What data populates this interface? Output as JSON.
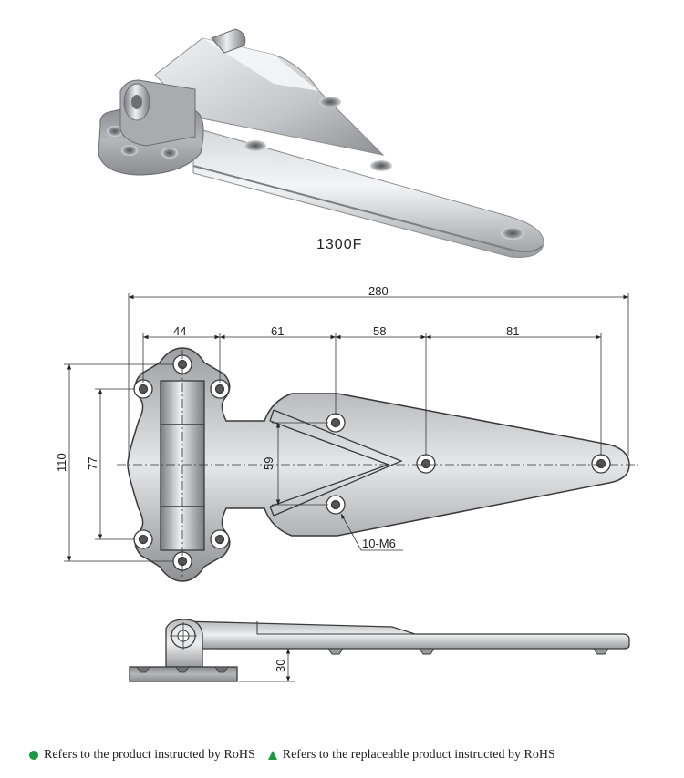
{
  "model": "1300F",
  "dimensions": {
    "total_length": "280",
    "seg_1": "44",
    "seg_2": "61",
    "seg_3": "58",
    "seg_4": "81",
    "height_total": "110",
    "height_holes": "77",
    "leaf_hole_spacing": "59",
    "hole_callout": "10-M6",
    "base_height": "30"
  },
  "legend": {
    "rohs_text": "Refers to the product instructed by RoHS",
    "replaceable_text": "Refers to the replaceable product instructed by RoHS",
    "rohs_icon": "green-dot-icon",
    "replaceable_icon": "green-triangle-icon"
  },
  "colors": {
    "rohs_green": "#1a9a3e",
    "metal_dark": "#7c7e82",
    "metal_light": "#e3e4e6",
    "outline": "#3a3a3a"
  }
}
